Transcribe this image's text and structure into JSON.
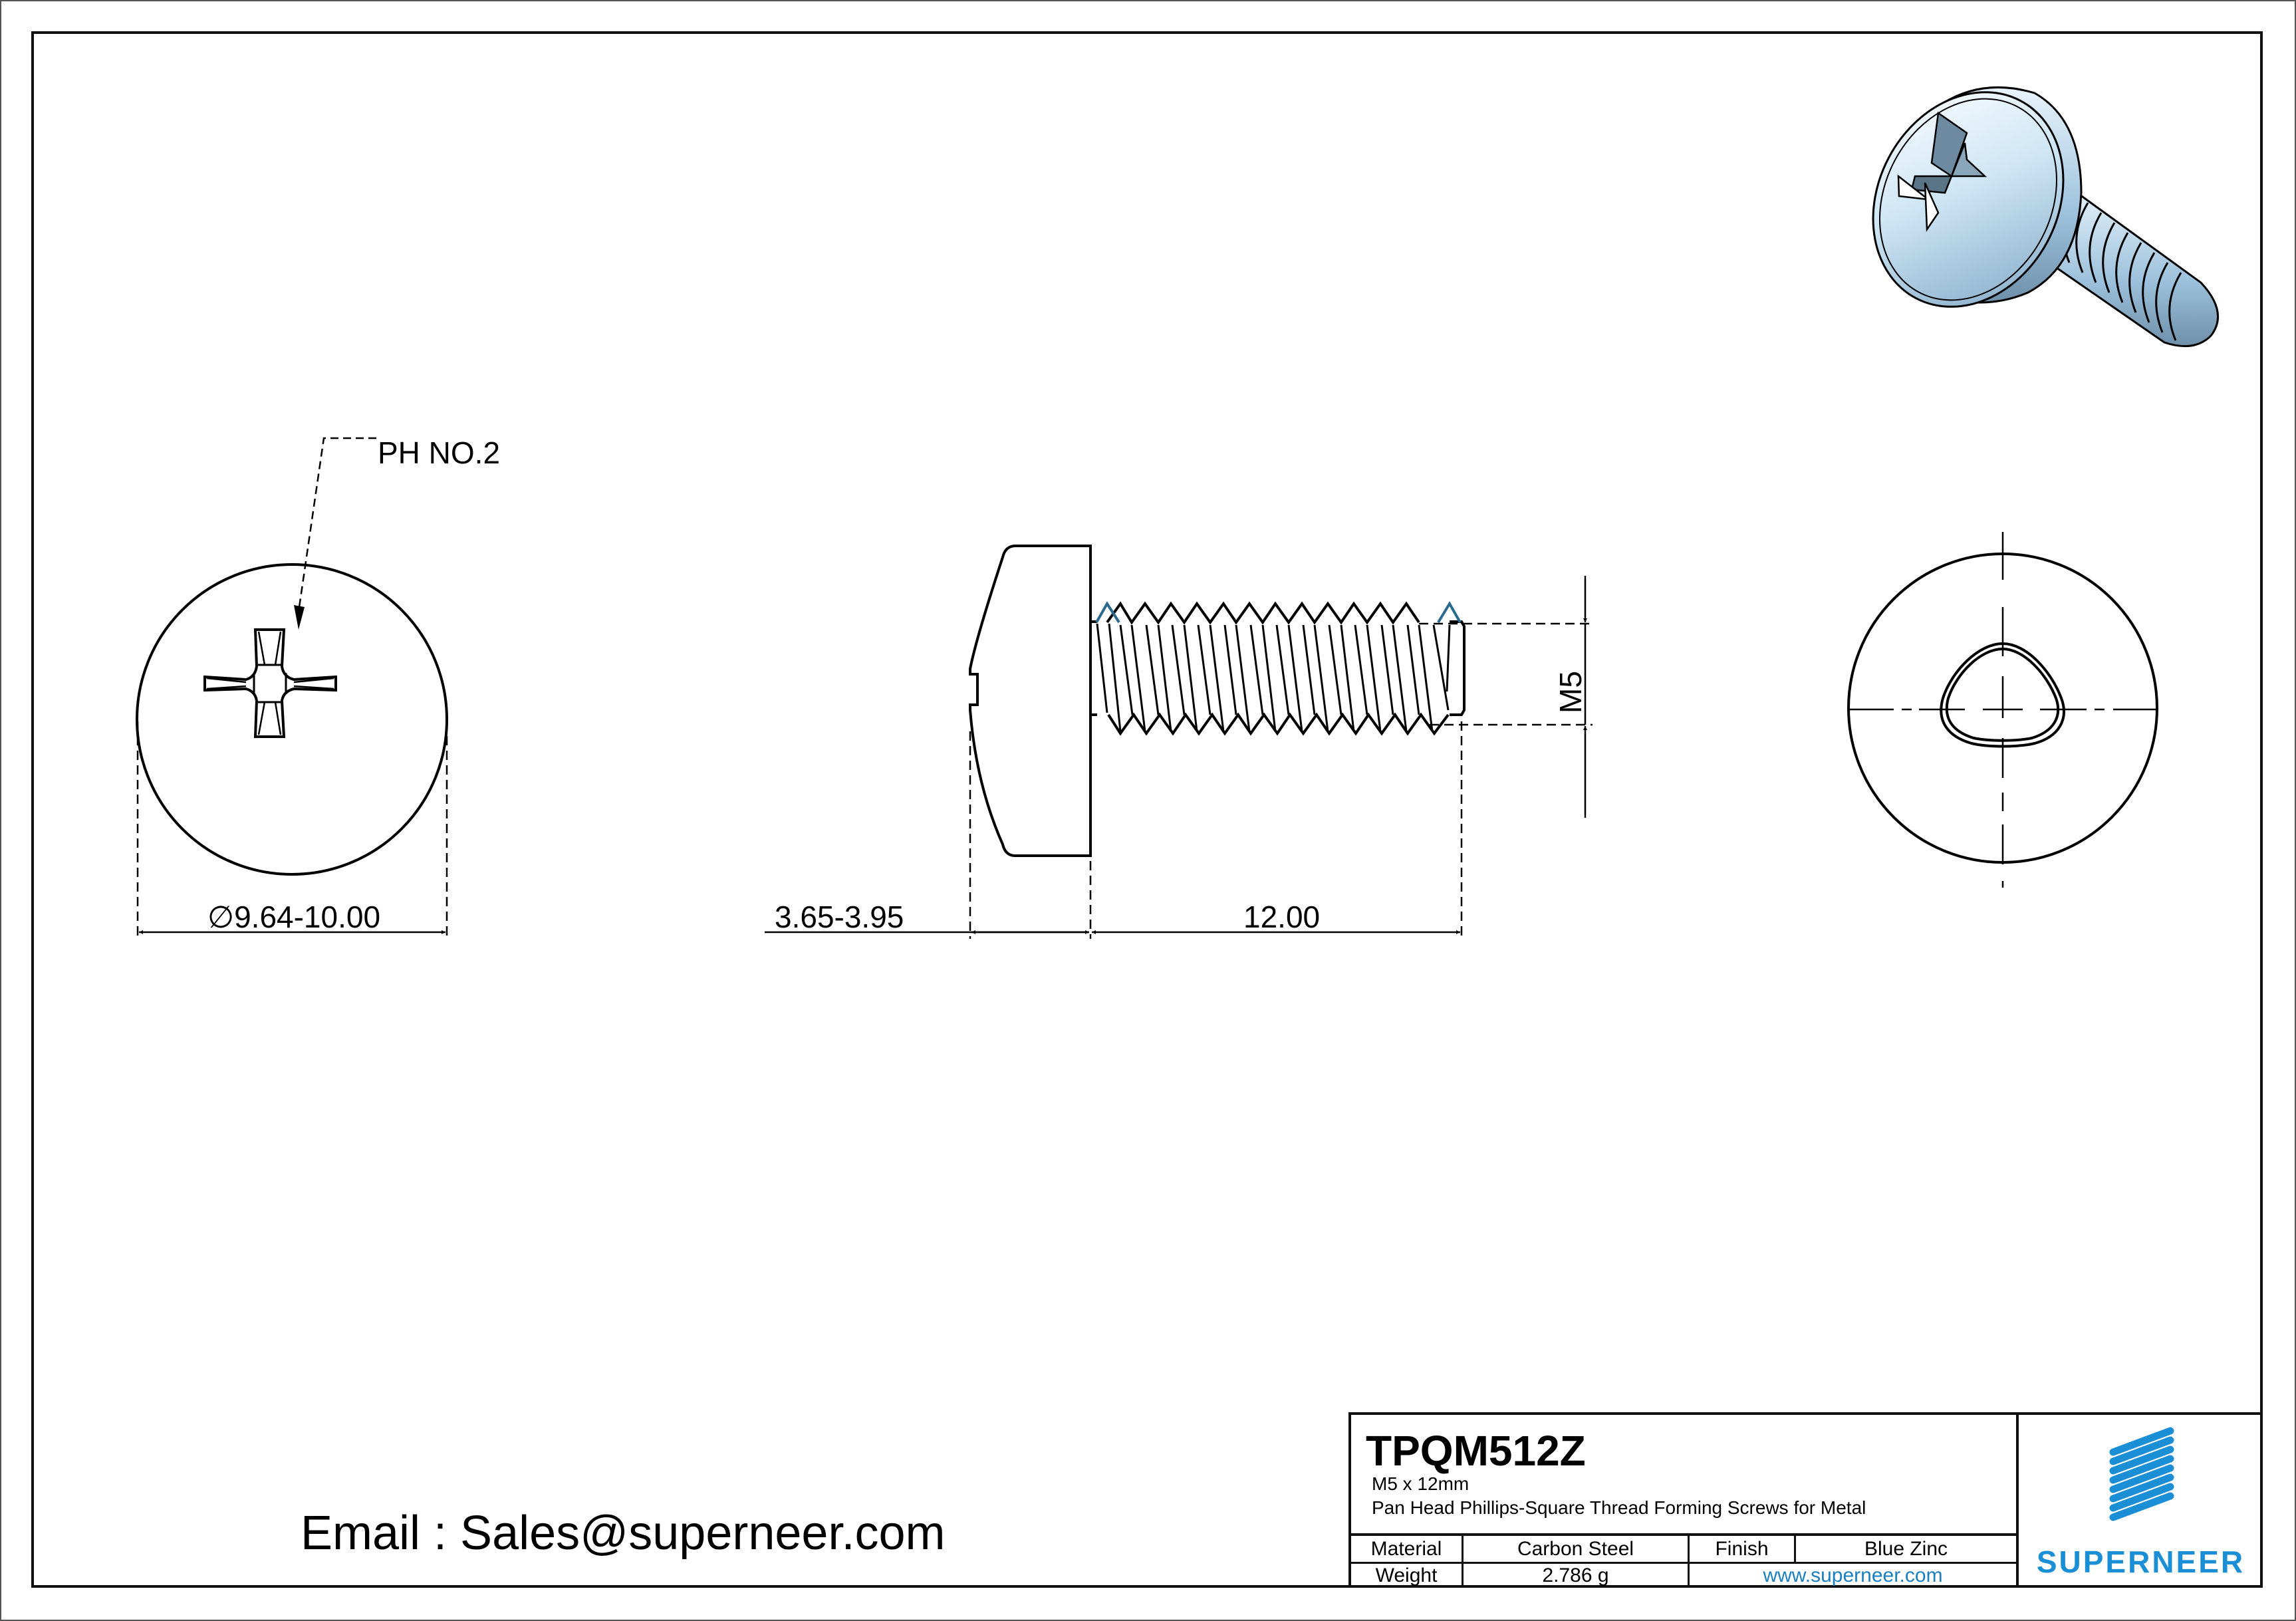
{
  "colors": {
    "line": "#000000",
    "brand": "#1a8fd6",
    "link": "#1a7fc0",
    "thread_highlight": "#2a6a8f",
    "screw_fill": "#cfe6f5"
  },
  "views": {
    "top_view": {
      "callout": "PH NO.2",
      "diameter_symbol": "∅",
      "diameter_dim": "9.64-10.00"
    },
    "side_view": {
      "head_height_dim": "3.65-3.95",
      "length_dim": "12.00",
      "thread_dim": "M5"
    },
    "bottom_view": {
      "description": "trilobular thread end view"
    },
    "iso_view": {
      "description": "3D render of blue zinc pan head phillips screw"
    }
  },
  "email": "Email : Sales@superneer.com",
  "title_block": {
    "part_number": "TPQM512Z",
    "size": "M5 x 12mm",
    "description": "Pan Head Phillips-Square Thread Forming Screws for Metal",
    "material_label": "Material",
    "material_value": "Carbon Steel",
    "finish_label": "Finish",
    "finish_value": "Blue Zinc",
    "weight_label": "Weight",
    "weight_value": "2.786 g",
    "website": "www.superneer.com",
    "brand": "SUPERNEER"
  }
}
